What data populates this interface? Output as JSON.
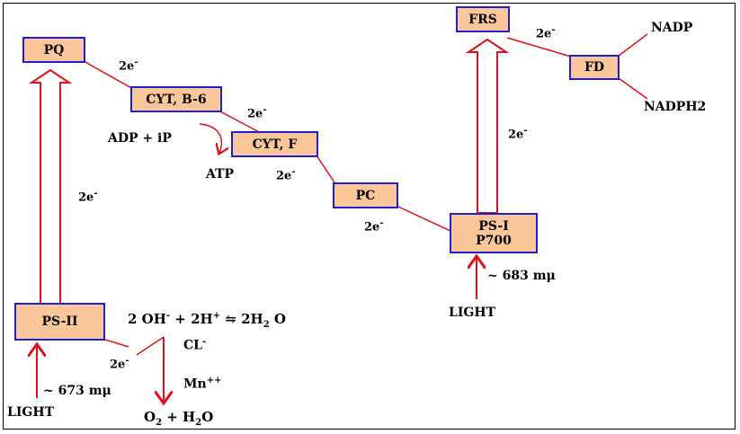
{
  "nodes": {
    "pq": "PQ",
    "cyt_b6": "CYT, B-6",
    "cyt_f": "CYT, F",
    "pc": "PC",
    "ps1_line1": "PS-I",
    "ps1_line2": "P700",
    "ps2": "PS-II",
    "frs": "FRS",
    "fd": "FD"
  },
  "labels": {
    "e_pq_cytb6": "2e",
    "e_cytb6_cytf": "2e",
    "e_cytf_pc": "2e",
    "e_pc_ps1": "2e",
    "e_ps2_up": "2e",
    "e_ps1_up": "2e",
    "e_frs_fd": "2e",
    "e_ps2_water": "2e",
    "electron_sup": "-",
    "adp": "ADP + iP",
    "atp": "ATP",
    "nadp": "NADP",
    "nadph2": "NADPH2",
    "wavelength_ps1": "~   683 mμ",
    "wavelength_ps2": "~   673 mμ",
    "light_ps1": "LIGHT",
    "light_ps2": "LIGHT",
    "water_eq_part1": "2 OH",
    "water_eq_sup1": "-",
    "water_eq_part2": " + 2H",
    "water_eq_sup2": "+",
    "water_eq_arrow": " ⇋ ",
    "water_eq_part3": "2H",
    "water_eq_sub3": "2",
    "water_eq_part4": " O",
    "cl": "CL",
    "cl_sup": "-",
    "mn": "Mn",
    "mn_sup": "++",
    "products_o": "O",
    "products_o_sub": "2",
    "products_plus": " + H",
    "products_h_sub": "2",
    "products_o2": "O"
  },
  "colors": {
    "box_fill": "#fbc79a",
    "box_border": "#1f1fd0",
    "arrow": "#e0101a",
    "text": "#000000"
  }
}
